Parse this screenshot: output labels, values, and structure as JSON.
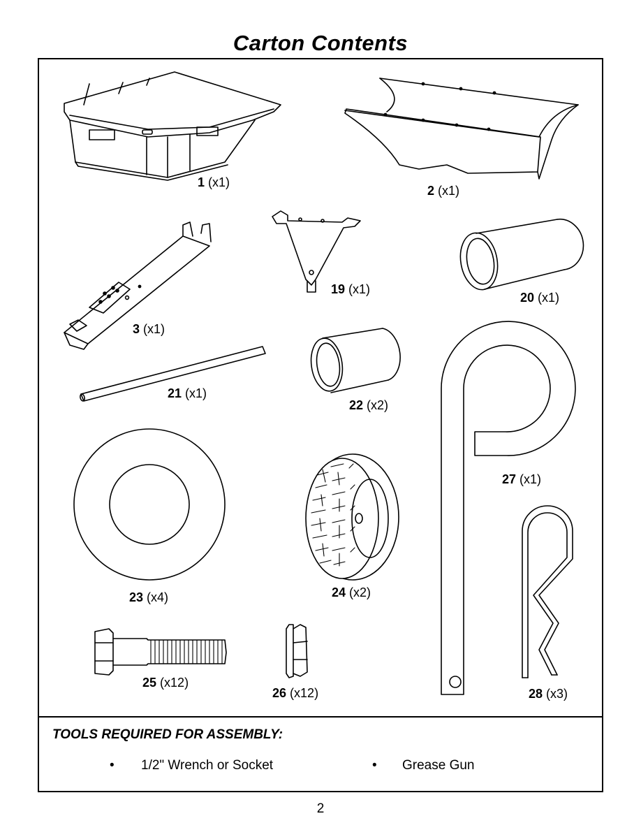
{
  "title": "Carton Contents",
  "parts": [
    {
      "num": "1",
      "qty": "(x1)",
      "icon": "hopper-tub-icon"
    },
    {
      "num": "2",
      "qty": "(x1)",
      "icon": "spreader-plate-icon"
    },
    {
      "num": "3",
      "qty": "(x1)",
      "icon": "frame-channel-icon"
    },
    {
      "num": "19",
      "qty": "(x1)",
      "icon": "mount-bracket-icon"
    },
    {
      "num": "20",
      "qty": "(x1)",
      "icon": "long-spacer-icon"
    },
    {
      "num": "21",
      "qty": "(x1)",
      "icon": "axle-rod-icon"
    },
    {
      "num": "22",
      "qty": "(x2)",
      "icon": "short-spacer-icon"
    },
    {
      "num": "23",
      "qty": "(x4)",
      "icon": "flat-washer-icon"
    },
    {
      "num": "24",
      "qty": "(x2)",
      "icon": "wheel-tire-icon"
    },
    {
      "num": "25",
      "qty": "(x12)",
      "icon": "hex-bolt-icon"
    },
    {
      "num": "26",
      "qty": "(x12)",
      "icon": "flange-nut-icon"
    },
    {
      "num": "27",
      "qty": "(x1)",
      "icon": "tow-hook-icon"
    },
    {
      "num": "28",
      "qty": "(x3)",
      "icon": "hitch-pin-clip-icon"
    }
  ],
  "tools": {
    "heading": "TOOLS REQUIRED FOR ASSEMBLY:",
    "items": [
      "1/2\" Wrench or Socket",
      "Grease Gun"
    ],
    "bullet": "•"
  },
  "page_number": "2"
}
